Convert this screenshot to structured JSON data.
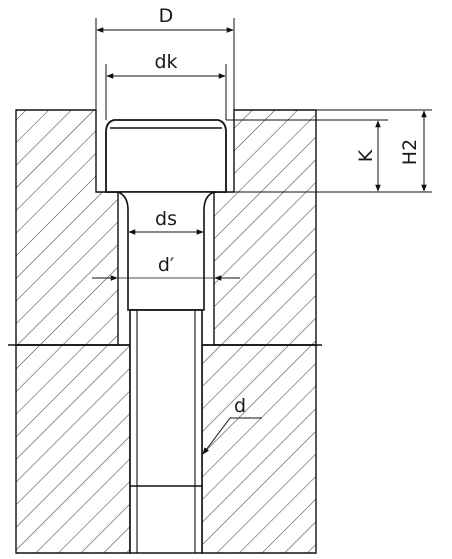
{
  "labels": {
    "D": "D",
    "dk": "dk",
    "ds": "ds",
    "d_prime": "d′",
    "d": "d",
    "K": "K",
    "H2": "H2"
  },
  "colors": {
    "line": "#111111",
    "hatch": "#444444",
    "background": "#ffffff"
  }
}
